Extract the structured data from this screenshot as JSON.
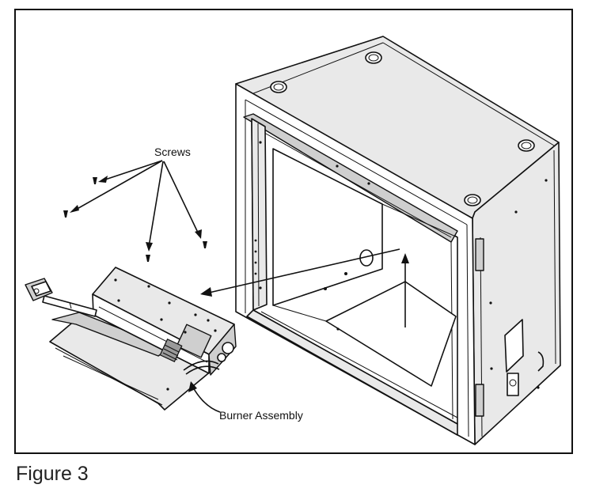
{
  "labels": {
    "screws": "Screws",
    "burner_assembly": "Burner Assembly"
  },
  "caption": "Figure 3",
  "colors": {
    "line": "#111111",
    "panel_light": "#e9e9e9",
    "panel_mid": "#cfcfcf"
  }
}
